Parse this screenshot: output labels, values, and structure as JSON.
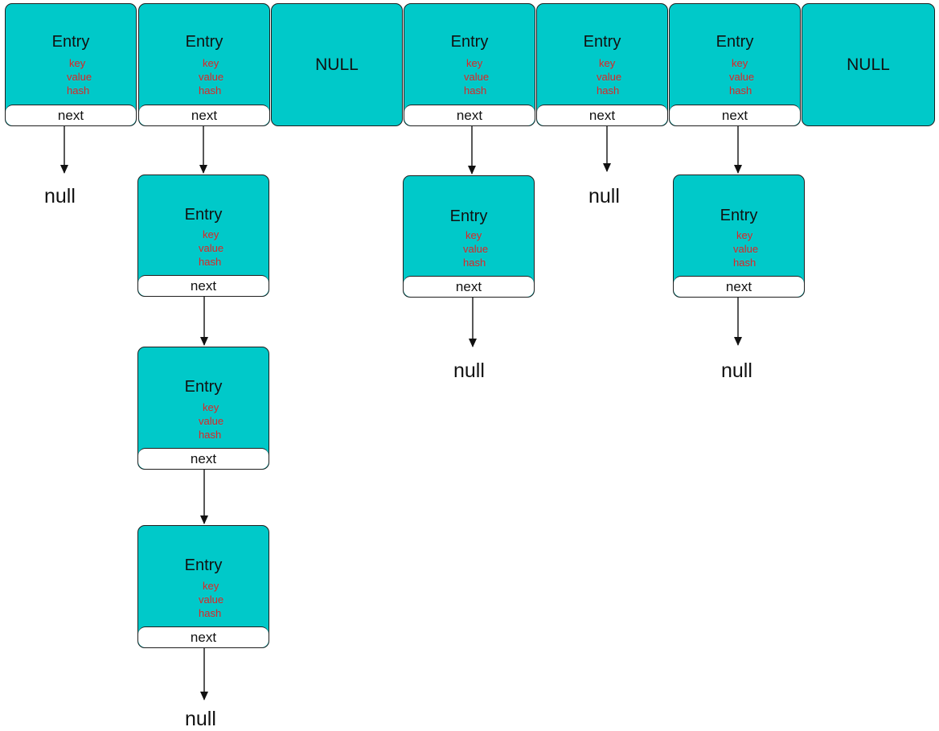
{
  "entry": {
    "title": "Entry",
    "key": "key",
    "value": "value",
    "hash": "hash",
    "next": "next"
  },
  "slot_null": "NULL",
  "terminal_null": "null",
  "colors": {
    "entry_fill": "#00c9c9",
    "field_text": "#e02424",
    "border": "#1e1e1e"
  }
}
